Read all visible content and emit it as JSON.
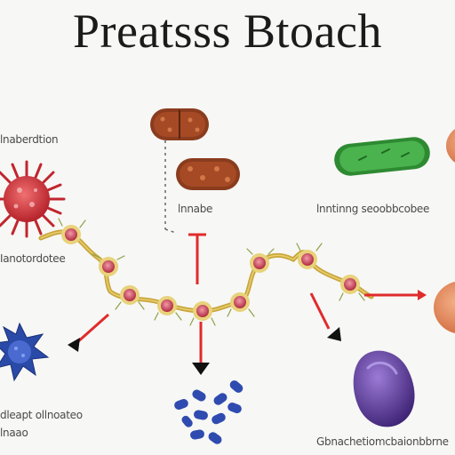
{
  "title": "Preatsss Btoach",
  "labels": {
    "top_left": "lnaberdtion",
    "mid_left": "Ianotordotee",
    "center": "lnnabe",
    "right": "lnntinng seoobbcobee",
    "bottom_left_1": "dleapt ollnoateo",
    "bottom_left_2": "lnaao",
    "bottom_right": "Gbnachetiomcbaionbbrne"
  },
  "colors": {
    "background": "#f7f7f5",
    "chain": "#c9a63c",
    "node": "#c4394f",
    "arrow": "#e02b2b",
    "green_cell": "#3a9a3a",
    "brown_cell": "#8a3c1e",
    "purple_cell": "#5a3a9a",
    "blue_cell": "#2f4bb0",
    "orange_cell": "#e08a55",
    "spiky_blue": "#2a4aa8",
    "spiky_red": "#d0343a"
  }
}
